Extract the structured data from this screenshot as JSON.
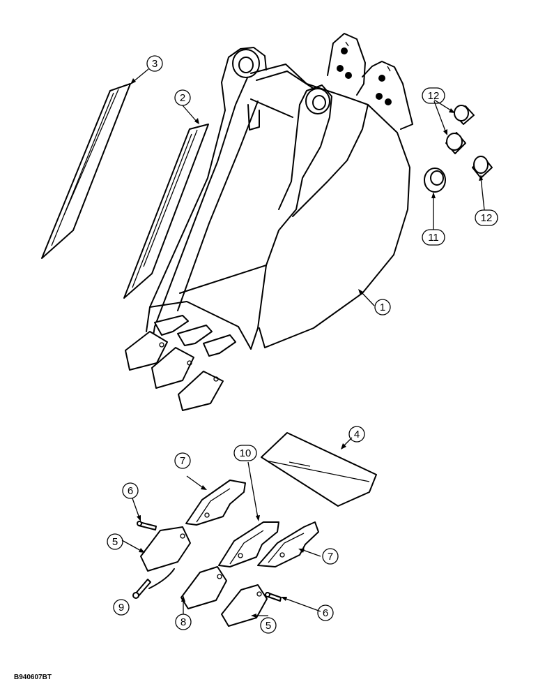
{
  "drawing_code": "B940607BT",
  "callouts": [
    {
      "id": "c3",
      "label": "3"
    },
    {
      "id": "c2",
      "label": "2"
    },
    {
      "id": "c12a",
      "label": "12"
    },
    {
      "id": "c12b",
      "label": "12"
    },
    {
      "id": "c11",
      "label": "11"
    },
    {
      "id": "c1",
      "label": "1"
    },
    {
      "id": "c4",
      "label": "4"
    },
    {
      "id": "c7a",
      "label": "7"
    },
    {
      "id": "c10",
      "label": "10"
    },
    {
      "id": "c6a",
      "label": "6"
    },
    {
      "id": "c5a",
      "label": "5"
    },
    {
      "id": "c7b",
      "label": "7"
    },
    {
      "id": "c9",
      "label": "9"
    },
    {
      "id": "c8",
      "label": "8"
    },
    {
      "id": "c5b",
      "label": "5"
    },
    {
      "id": "c6b",
      "label": "6"
    }
  ]
}
